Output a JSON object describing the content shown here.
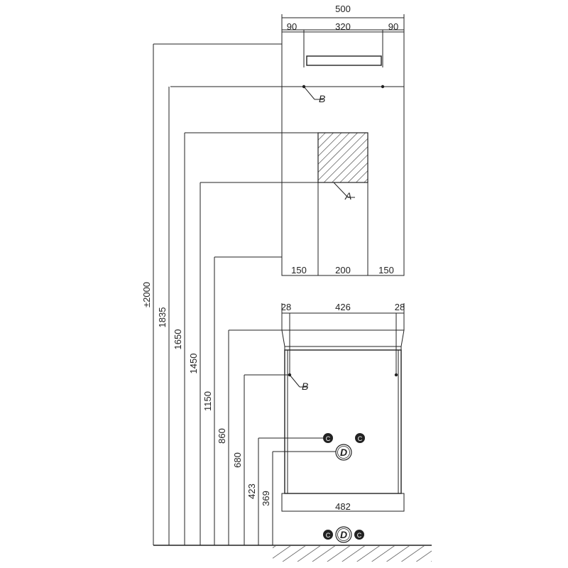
{
  "top_dims": {
    "overall": "500",
    "left": "90",
    "mid": "320",
    "right": "90"
  },
  "tile_dims": {
    "left": "150",
    "mid": "200",
    "right": "150"
  },
  "cabinet_dims": {
    "left": "28",
    "mid": "426",
    "right": "28",
    "base": "482"
  },
  "heights": [
    "±2000",
    "1835",
    "1650",
    "1450",
    "1150",
    "860",
    "680",
    "423",
    "369"
  ],
  "labels": {
    "a": "A",
    "b_top": "B",
    "b_cab": "B",
    "d_cab": "D",
    "d_floor": "D",
    "c": "C"
  }
}
